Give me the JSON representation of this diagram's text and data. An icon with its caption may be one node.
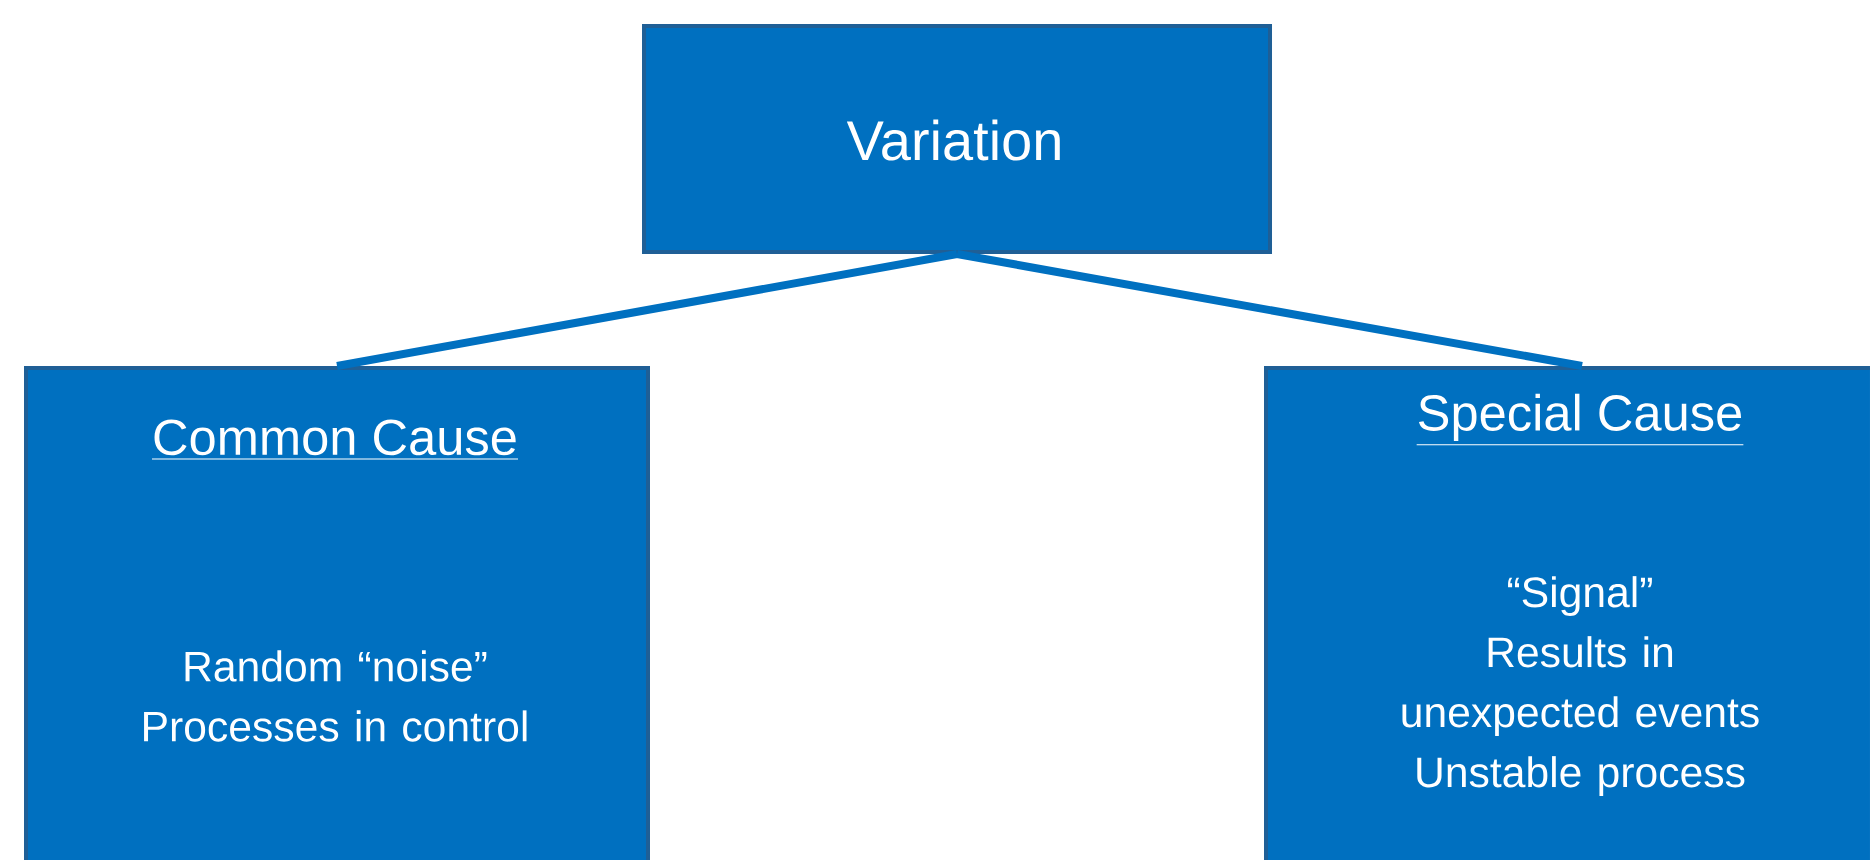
{
  "diagram": {
    "nodes": [
      {
        "text": [
          "Variation"
        ]
      },
      {
        "text": [
          "Common Cause",
          "Random “noise”",
          "Processes in control"
        ]
      },
      {
        "text": [
          "Special Cause",
          "“Signal”",
          "Results in unexpected events",
          "Unstable process"
        ]
      }
    ],
    "edges": [
      {
        "from": 0,
        "to": 1,
        "arrow": "none"
      },
      {
        "from": 0,
        "to": 2,
        "arrow": "none"
      }
    ]
  }
}
